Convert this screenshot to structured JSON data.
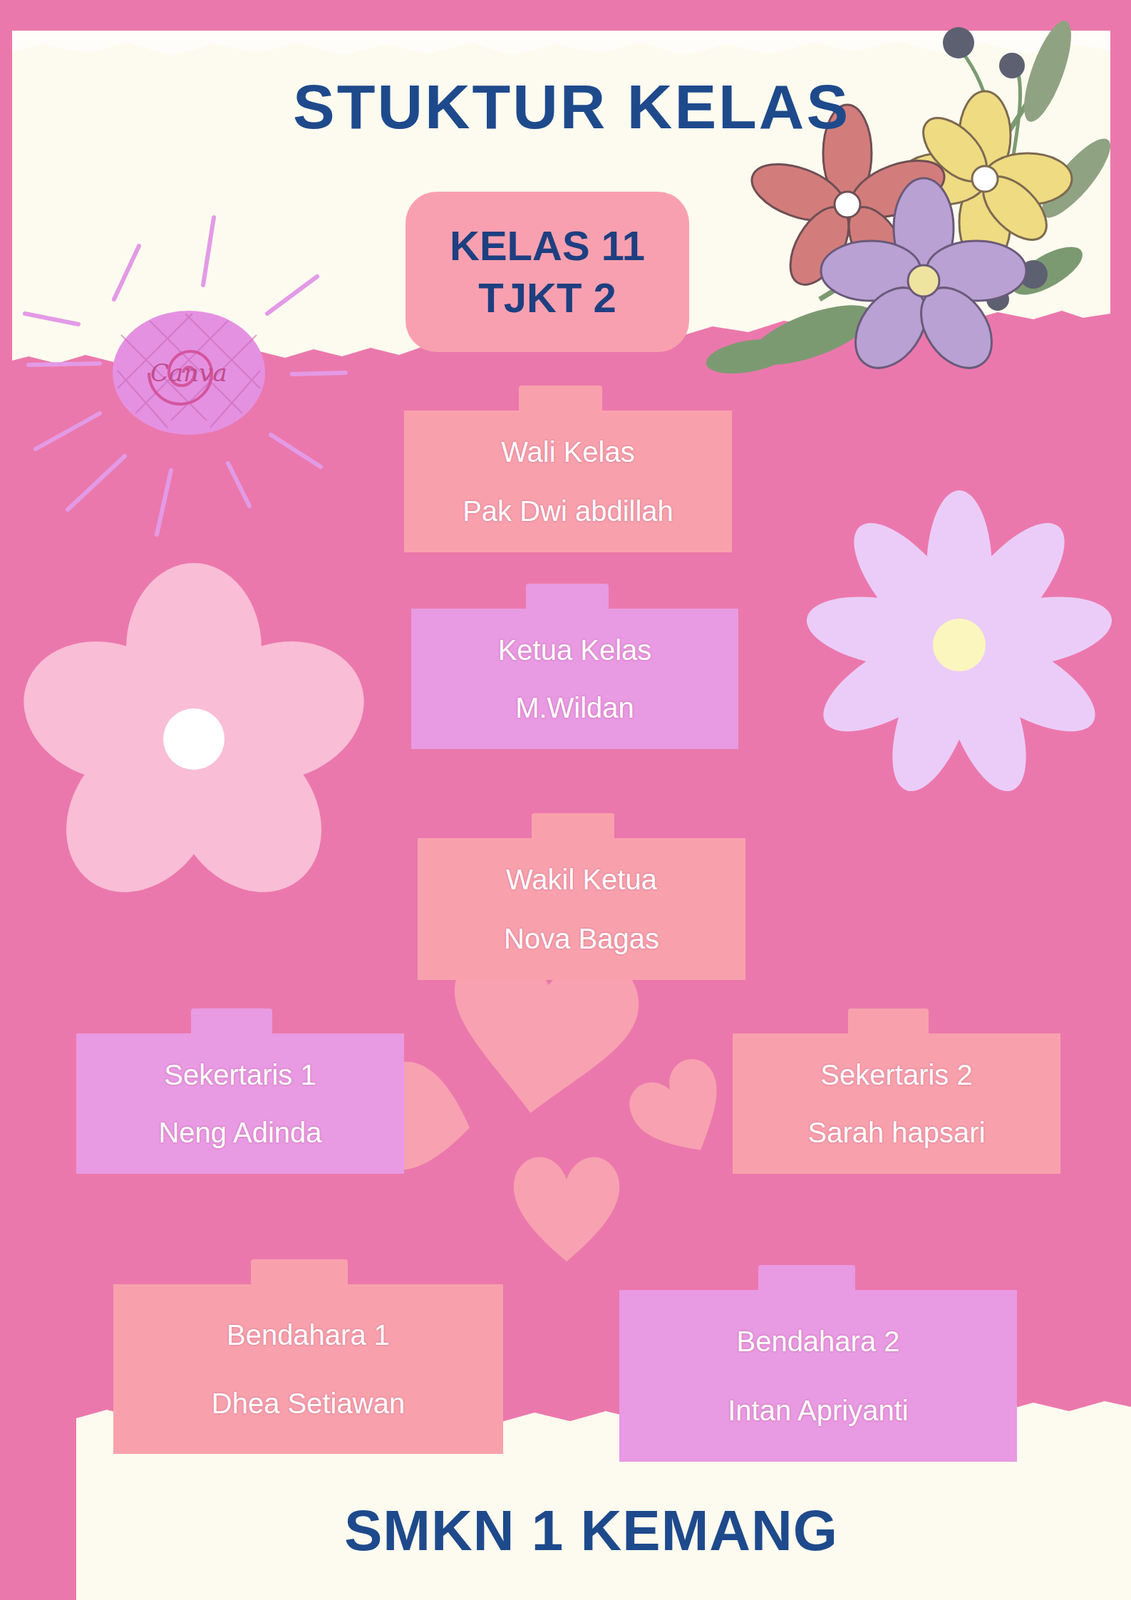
{
  "diagram": {
    "title": "STUKTUR KELAS",
    "caption": "SMKN 1 KEMANG",
    "nodes": [
      {
        "text": [
          "KELAS 11 TJKT 2"
        ]
      },
      {
        "text": [
          "Wali Kelas",
          "Pak Dwi abdillah"
        ]
      },
      {
        "text": [
          "Ketua Kelas",
          "M.Wildan"
        ]
      },
      {
        "text": [
          "Wakil Ketua",
          "Nova Bagas"
        ]
      },
      {
        "text": [
          "Sekertaris 1",
          "Neng Adinda"
        ]
      },
      {
        "text": [
          "Sekertaris 2",
          "Sarah hapsari"
        ]
      },
      {
        "text": [
          "Bendahara 1",
          "Dhea Setiawan"
        ]
      },
      {
        "text": [
          "Bendahara 2",
          "Intan Apriyanti"
        ]
      }
    ],
    "labels": [
      "Canva"
    ]
  }
}
